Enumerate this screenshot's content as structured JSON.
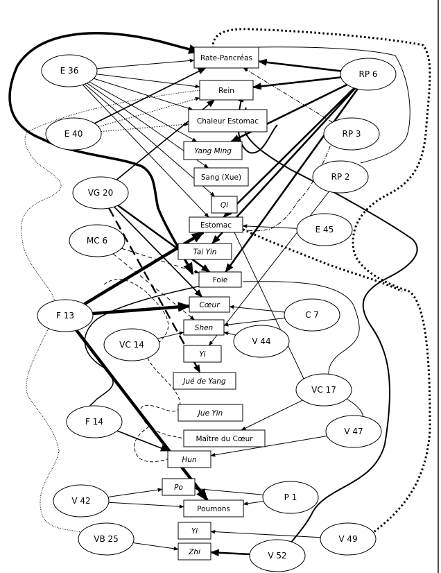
{
  "title": "Acupuncture points and organ/function relationships diagram",
  "points": [
    {
      "id": "E36",
      "label": "E 36"
    },
    {
      "id": "E40",
      "label": "E 40"
    },
    {
      "id": "VG20",
      "label": "VG 20"
    },
    {
      "id": "MC6",
      "label": "MC 6"
    },
    {
      "id": "F13",
      "label": "F 13"
    },
    {
      "id": "VC14",
      "label": "VC 14"
    },
    {
      "id": "F14",
      "label": "F 14"
    },
    {
      "id": "V42",
      "label": "V 42"
    },
    {
      "id": "VB25",
      "label": "VB 25"
    },
    {
      "id": "RP6",
      "label": "RP 6"
    },
    {
      "id": "RP3",
      "label": "RP 3"
    },
    {
      "id": "RP2",
      "label": "RP 2"
    },
    {
      "id": "E45",
      "label": "E 45"
    },
    {
      "id": "C7",
      "label": "C 7"
    },
    {
      "id": "V44",
      "label": "V 44"
    },
    {
      "id": "VC17",
      "label": "VC 17"
    },
    {
      "id": "V47",
      "label": "V 47"
    },
    {
      "id": "P1",
      "label": "P 1"
    },
    {
      "id": "V49",
      "label": "V 49"
    },
    {
      "id": "V52",
      "label": "V 52"
    }
  ],
  "targets": [
    {
      "id": "RatePancreas",
      "label": "Rate-Pancréas",
      "italic": false
    },
    {
      "id": "Rein",
      "label": "Rein",
      "italic": false
    },
    {
      "id": "ChaleurEstomac",
      "label": "Chaleur Estomac",
      "italic": false
    },
    {
      "id": "YangMing",
      "label": "Yang Ming",
      "italic": true
    },
    {
      "id": "SangXue",
      "label": "Sang (Xue)",
      "italic": false
    },
    {
      "id": "Qi",
      "label": "Qi",
      "italic": true
    },
    {
      "id": "Estomac",
      "label": "Estomac",
      "italic": false
    },
    {
      "id": "TaiYin",
      "label": "Tai Yin",
      "italic": true
    },
    {
      "id": "Foie",
      "label": "Foie",
      "italic": false
    },
    {
      "id": "Coeur",
      "label": "Cœur",
      "italic": true
    },
    {
      "id": "Shen",
      "label": "Shen",
      "italic": true
    },
    {
      "id": "Yi1",
      "label": "Yi",
      "italic": true
    },
    {
      "id": "JueDeYang",
      "label": "Jué de Yang",
      "italic": true
    },
    {
      "id": "JueYin",
      "label": "Jue Yin",
      "italic": true
    },
    {
      "id": "MaitreDuCoeur",
      "label": "Maître du Cœur",
      "italic": false
    },
    {
      "id": "Hun",
      "label": "Hun",
      "italic": true
    },
    {
      "id": "Po",
      "label": "Po",
      "italic": true
    },
    {
      "id": "Poumons",
      "label": "Poumons",
      "italic": false
    },
    {
      "id": "Yi2",
      "label": "Yi",
      "italic": true
    },
    {
      "id": "Zhi",
      "label": "Zhi",
      "italic": true
    }
  ],
  "edges": [
    {
      "from": "E36",
      "to": "RatePancreas",
      "style": "thin"
    },
    {
      "from": "E36",
      "to": "Rein",
      "style": "thin"
    },
    {
      "from": "E36",
      "to": "ChaleurEstomac",
      "style": "thin"
    },
    {
      "from": "E36",
      "to": "YangMing",
      "style": "thin"
    },
    {
      "from": "E36",
      "to": "SangXue",
      "style": "thin"
    },
    {
      "from": "E36",
      "to": "Qi",
      "style": "thin"
    },
    {
      "from": "E36",
      "to": "Estomac",
      "style": "thin"
    },
    {
      "from": "E40",
      "to": "RatePancreas",
      "style": "medium"
    },
    {
      "from": "E40",
      "to": "Rein",
      "style": "dotted"
    },
    {
      "from": "E40",
      "to": "ChaleurEstomac",
      "style": "dotted"
    },
    {
      "from": "VG20",
      "to": "Rein",
      "style": "medium"
    },
    {
      "from": "VG20",
      "to": "Foie",
      "style": "thick"
    },
    {
      "from": "VG20",
      "to": "Coeur",
      "style": "medium"
    },
    {
      "from": "VG20",
      "to": "JueDeYang",
      "style": "dashed-heavy"
    },
    {
      "from": "MC6",
      "to": "Foie",
      "style": "dashed"
    },
    {
      "from": "MC6",
      "to": "Shen",
      "style": "dashed"
    },
    {
      "from": "F13",
      "to": "Estomac",
      "style": "heavy"
    },
    {
      "from": "F13",
      "to": "Coeur",
      "style": "heavy"
    },
    {
      "from": "F13",
      "to": "Poumons",
      "style": "heavy"
    },
    {
      "from": "VC14",
      "to": "Shen",
      "style": "thin"
    },
    {
      "from": "F14",
      "to": "Hun",
      "style": "medium"
    },
    {
      "from": "V42",
      "to": "Po",
      "style": "thin"
    },
    {
      "from": "V42",
      "to": "Poumons",
      "style": "thin"
    },
    {
      "from": "VB25",
      "to": "Zhi",
      "style": "thin"
    },
    {
      "from": "RP6",
      "to": "RatePancreas",
      "style": "thick"
    },
    {
      "from": "RP6",
      "to": "Rein",
      "style": "thick"
    },
    {
      "from": "RP6",
      "to": "Estomac",
      "style": "thick"
    },
    {
      "from": "RP6",
      "to": "TaiYin",
      "style": "thick"
    },
    {
      "from": "RP6",
      "to": "Foie",
      "style": "thick"
    },
    {
      "from": "RP6",
      "to": "YangMing",
      "style": "thick"
    },
    {
      "from": "RP3",
      "to": "RatePancreas",
      "style": "dashdot"
    },
    {
      "from": "RP2",
      "to": "Yi1",
      "style": "thin"
    },
    {
      "from": "E45",
      "to": "Estomac",
      "style": "thin"
    },
    {
      "from": "C7",
      "to": "Coeur",
      "style": "thin"
    },
    {
      "from": "C7",
      "to": "Shen",
      "style": "thin"
    },
    {
      "from": "V44",
      "to": "Shen",
      "style": "thin"
    },
    {
      "from": "VC17",
      "to": "MaitreDuCoeur",
      "style": "thin"
    },
    {
      "from": "V47",
      "to": "Hun",
      "style": "thin"
    },
    {
      "from": "P1",
      "to": "Po",
      "style": "thin"
    },
    {
      "from": "P1",
      "to": "Poumons",
      "style": "thin"
    },
    {
      "from": "V49",
      "to": "Yi2",
      "style": "thin"
    },
    {
      "from": "V52",
      "to": "Zhi",
      "style": "thick"
    }
  ]
}
